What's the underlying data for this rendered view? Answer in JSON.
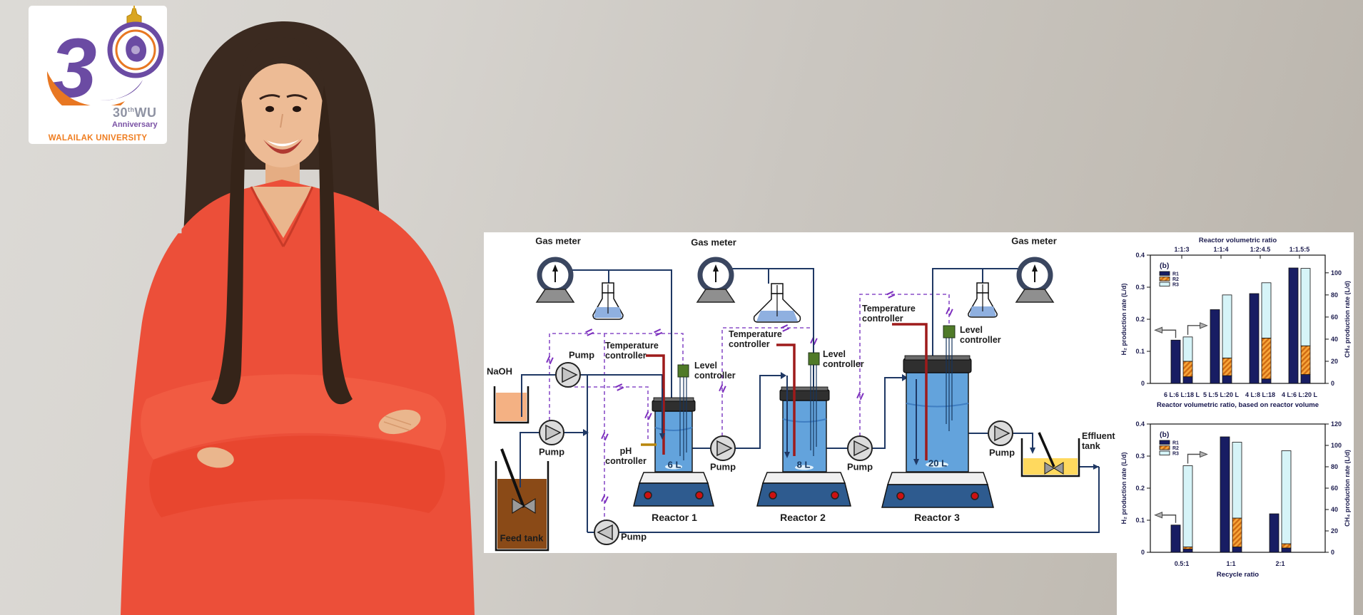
{
  "logo": {
    "big_30": "30",
    "big_sup": "th",
    "big_wu": "WU",
    "anniversary": "Anniversary",
    "university": "WALAILAK UNIVERSITY"
  },
  "diagram": {
    "labels": {
      "gas_meter": "Gas meter",
      "naoh": "NaOH",
      "pump": "Pump",
      "temperature_controller": "Temperature controller",
      "level_controller": "Level controller",
      "ph_controller": "pH controller",
      "feed_tank": "Feed tank",
      "effluent_tank": "Effluent tank",
      "reactor_1": "Reactor 1",
      "reactor_2": "Reactor 2",
      "reactor_3": "Reactor 3",
      "volume_1": "6 L",
      "volume_2": "8 L",
      "volume_3": "20 L"
    }
  },
  "colors": {
    "blazer_orange": "#ec4f39",
    "reactor_blue": "#63a3dc",
    "flow_navy": "#1f3864",
    "control_purple": "#8a4fc8",
    "series_r1": "#181d63",
    "series_r2": "#f09020",
    "series_r3": "#d6f4f8",
    "logo_purple": "#6b4ba3",
    "logo_orange": "#e87722"
  },
  "chart_data": [
    {
      "type": "bar",
      "panel_label": "(b)",
      "top_axis": {
        "title": "Reactor volumetric ratio",
        "ticks": [
          "1:1:3",
          "1:1:4",
          "1:2:4.5",
          "1:1.5:5"
        ]
      },
      "categories": [
        "6 L:6 L:18 L",
        "5 L:5 L:20 L",
        "4 L:8 L:18",
        "4 L:6 L:20 L"
      ],
      "xlabel": "Reactor volumetric ratio, based on reactor volume",
      "left_axis": {
        "label": "H₂ production rate (L/d)",
        "lim": [
          0,
          0.4
        ],
        "ticks": [
          0,
          0.1,
          0.2,
          0.3,
          0.4
        ]
      },
      "right_axis": {
        "label": "CH₄ production rate (L/d)",
        "lim": [
          0,
          116
        ],
        "ticks": [
          0,
          20,
          40,
          60,
          80,
          100
        ]
      },
      "legend": [
        {
          "name": "R1",
          "color": "#181d63"
        },
        {
          "name": "R2",
          "color": "#f09020",
          "hatch": true
        },
        {
          "name": "R3",
          "color": "#d6f4f8"
        }
      ],
      "h2_bars": {
        "series": "R1",
        "axis": "left",
        "values": [
          0.135,
          0.23,
          0.28,
          0.36
        ]
      },
      "ch4_stacked": {
        "axis": "right",
        "series": [
          {
            "name": "R1",
            "values": [
              6,
              7,
              4,
              8
            ]
          },
          {
            "name": "R2",
            "values": [
              14,
              16,
              37,
              26
            ]
          },
          {
            "name": "R3",
            "values": [
              22,
              57,
              50,
              70
            ]
          }
        ]
      },
      "grid": false,
      "legend_position": "top-left"
    },
    {
      "type": "bar",
      "panel_label": "(b)",
      "categories": [
        "0.5:1",
        "1:1",
        "2:1"
      ],
      "xlabel": "Recycle ratio",
      "left_axis": {
        "label": "H₂ production rate (L/d)",
        "lim": [
          0,
          0.4
        ],
        "ticks": [
          0,
          0.1,
          0.2,
          0.3,
          0.4
        ]
      },
      "right_axis": {
        "label": "CH₄ production rate (L/d)",
        "lim": [
          0,
          120
        ],
        "ticks": [
          0,
          20,
          40,
          60,
          80,
          100,
          120
        ]
      },
      "legend": [
        {
          "name": "R1",
          "color": "#181d63"
        },
        {
          "name": "R2",
          "color": "#f09020",
          "hatch": true
        },
        {
          "name": "R3",
          "color": "#d6f4f8"
        }
      ],
      "h2_bars": {
        "series": "R1",
        "axis": "left",
        "values": [
          0.085,
          0.36,
          0.12
        ]
      },
      "ch4_stacked": {
        "axis": "right",
        "series": [
          {
            "name": "R1",
            "values": [
              3,
              5,
              4
            ]
          },
          {
            "name": "R2",
            "values": [
              2,
              27,
              4
            ]
          },
          {
            "name": "R3",
            "values": [
              76,
              71,
              87
            ]
          }
        ]
      },
      "grid": false,
      "legend_position": "top-left"
    }
  ]
}
